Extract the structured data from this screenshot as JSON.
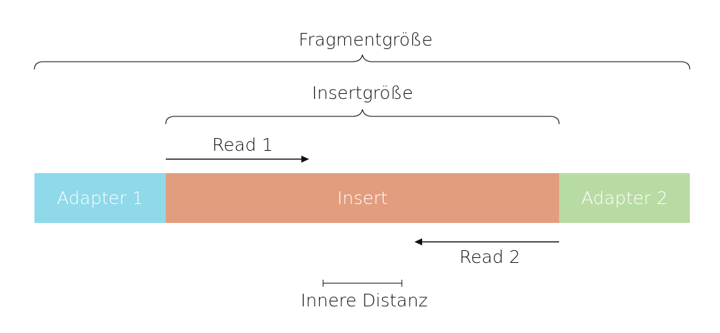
{
  "labels": {
    "fragment_size": "Fragmentgröße",
    "insert_size": "Insertgröße",
    "read1": "Read 1",
    "read2": "Read 2",
    "inner_distance": "Innere Distanz"
  },
  "segments": {
    "adapter1": {
      "label": "Adapter 1",
      "color": "#8fd9ea"
    },
    "insert": {
      "label": "Insert",
      "color": "#e29d7e"
    },
    "adapter2": {
      "label": "Adapter 2",
      "color": "#b8dba3"
    }
  },
  "colors": {
    "line": "#111111",
    "brace": "#333333"
  }
}
